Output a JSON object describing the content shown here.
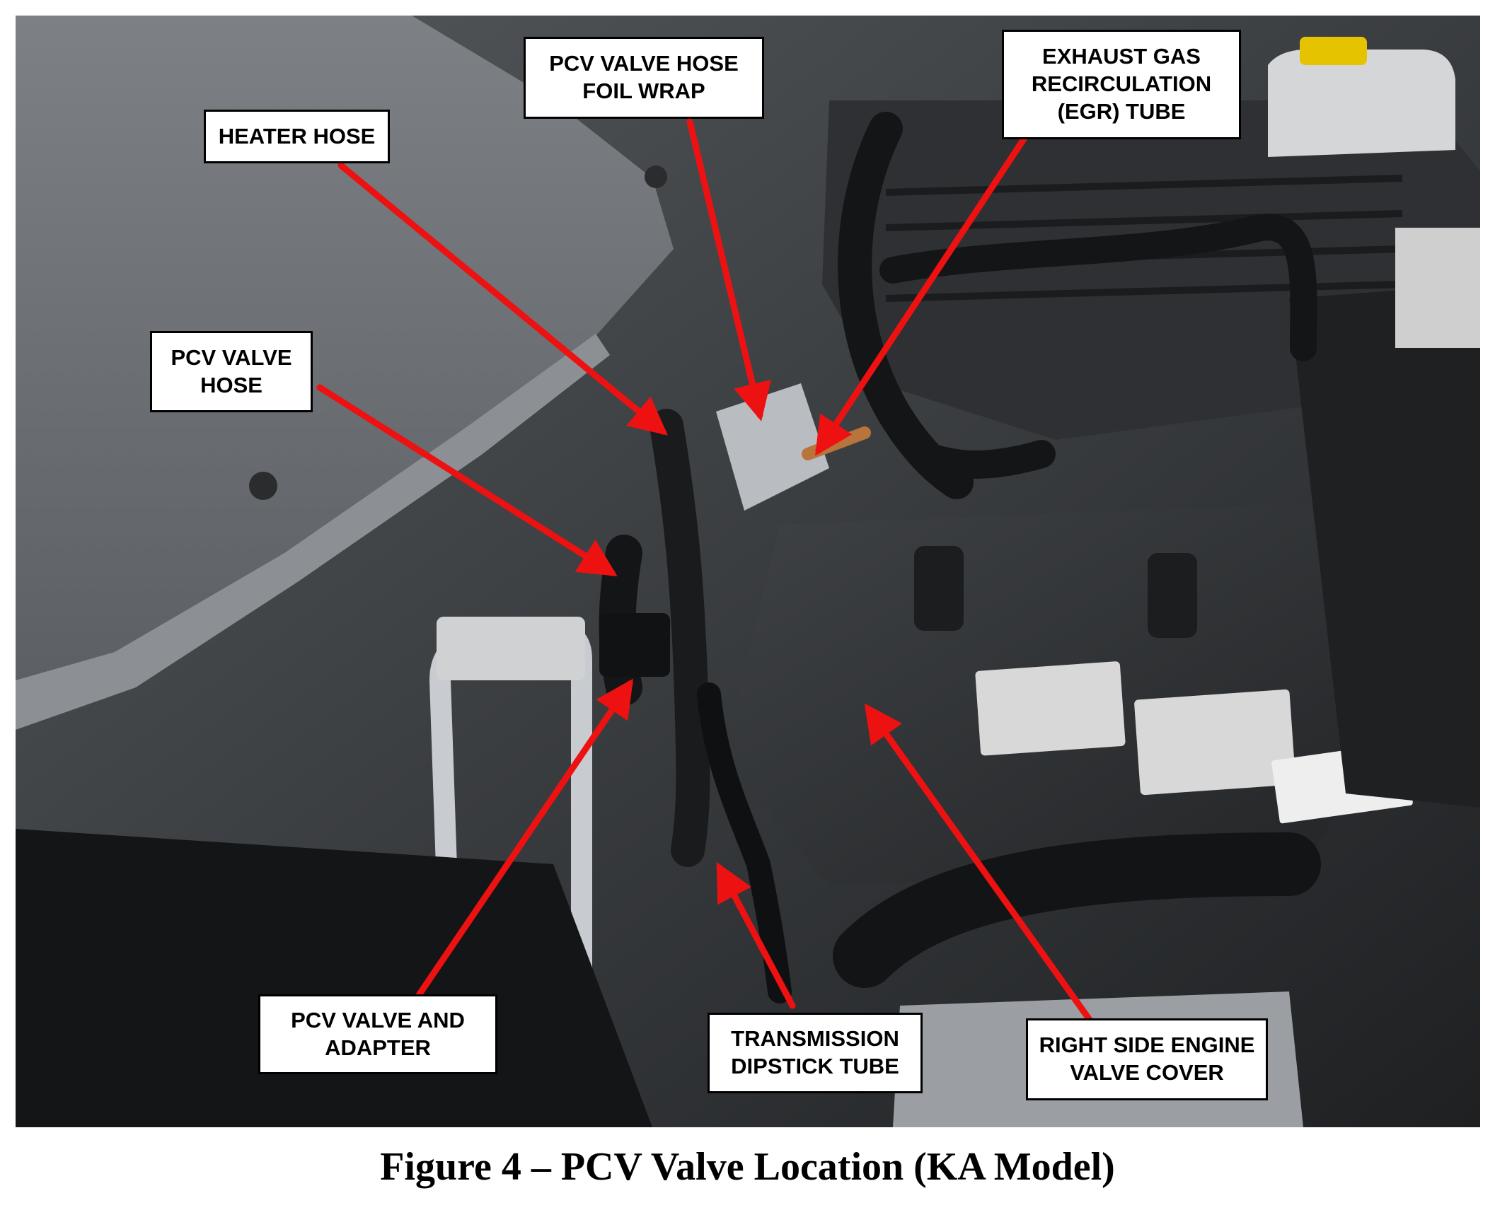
{
  "figure": {
    "caption": "Figure 4 – PCV Valve Location (KA Model)",
    "callouts": {
      "pcv_valve_hose_foil_wrap": "PCV VALVE HOSE\nFOIL WRAP",
      "exhaust_gas_recirculation_tube": "EXHAUST GAS\nRECIRCULATION\n(EGR) TUBE",
      "heater_hose": "HEATER HOSE",
      "pcv_valve_hose": "PCV VALVE\nHOSE",
      "pcv_valve_and_adapter": "PCV VALVE AND\nADAPTER",
      "transmission_dipstick_tube": "TRANSMISSION\nDIPSTICK TUBE",
      "right_side_engine_valve_cover": "RIGHT SIDE ENGINE\nVALVE COVER"
    },
    "colors": {
      "arrow": "#ee1111",
      "label_background": "#ffffff",
      "label_border": "#000000"
    }
  }
}
